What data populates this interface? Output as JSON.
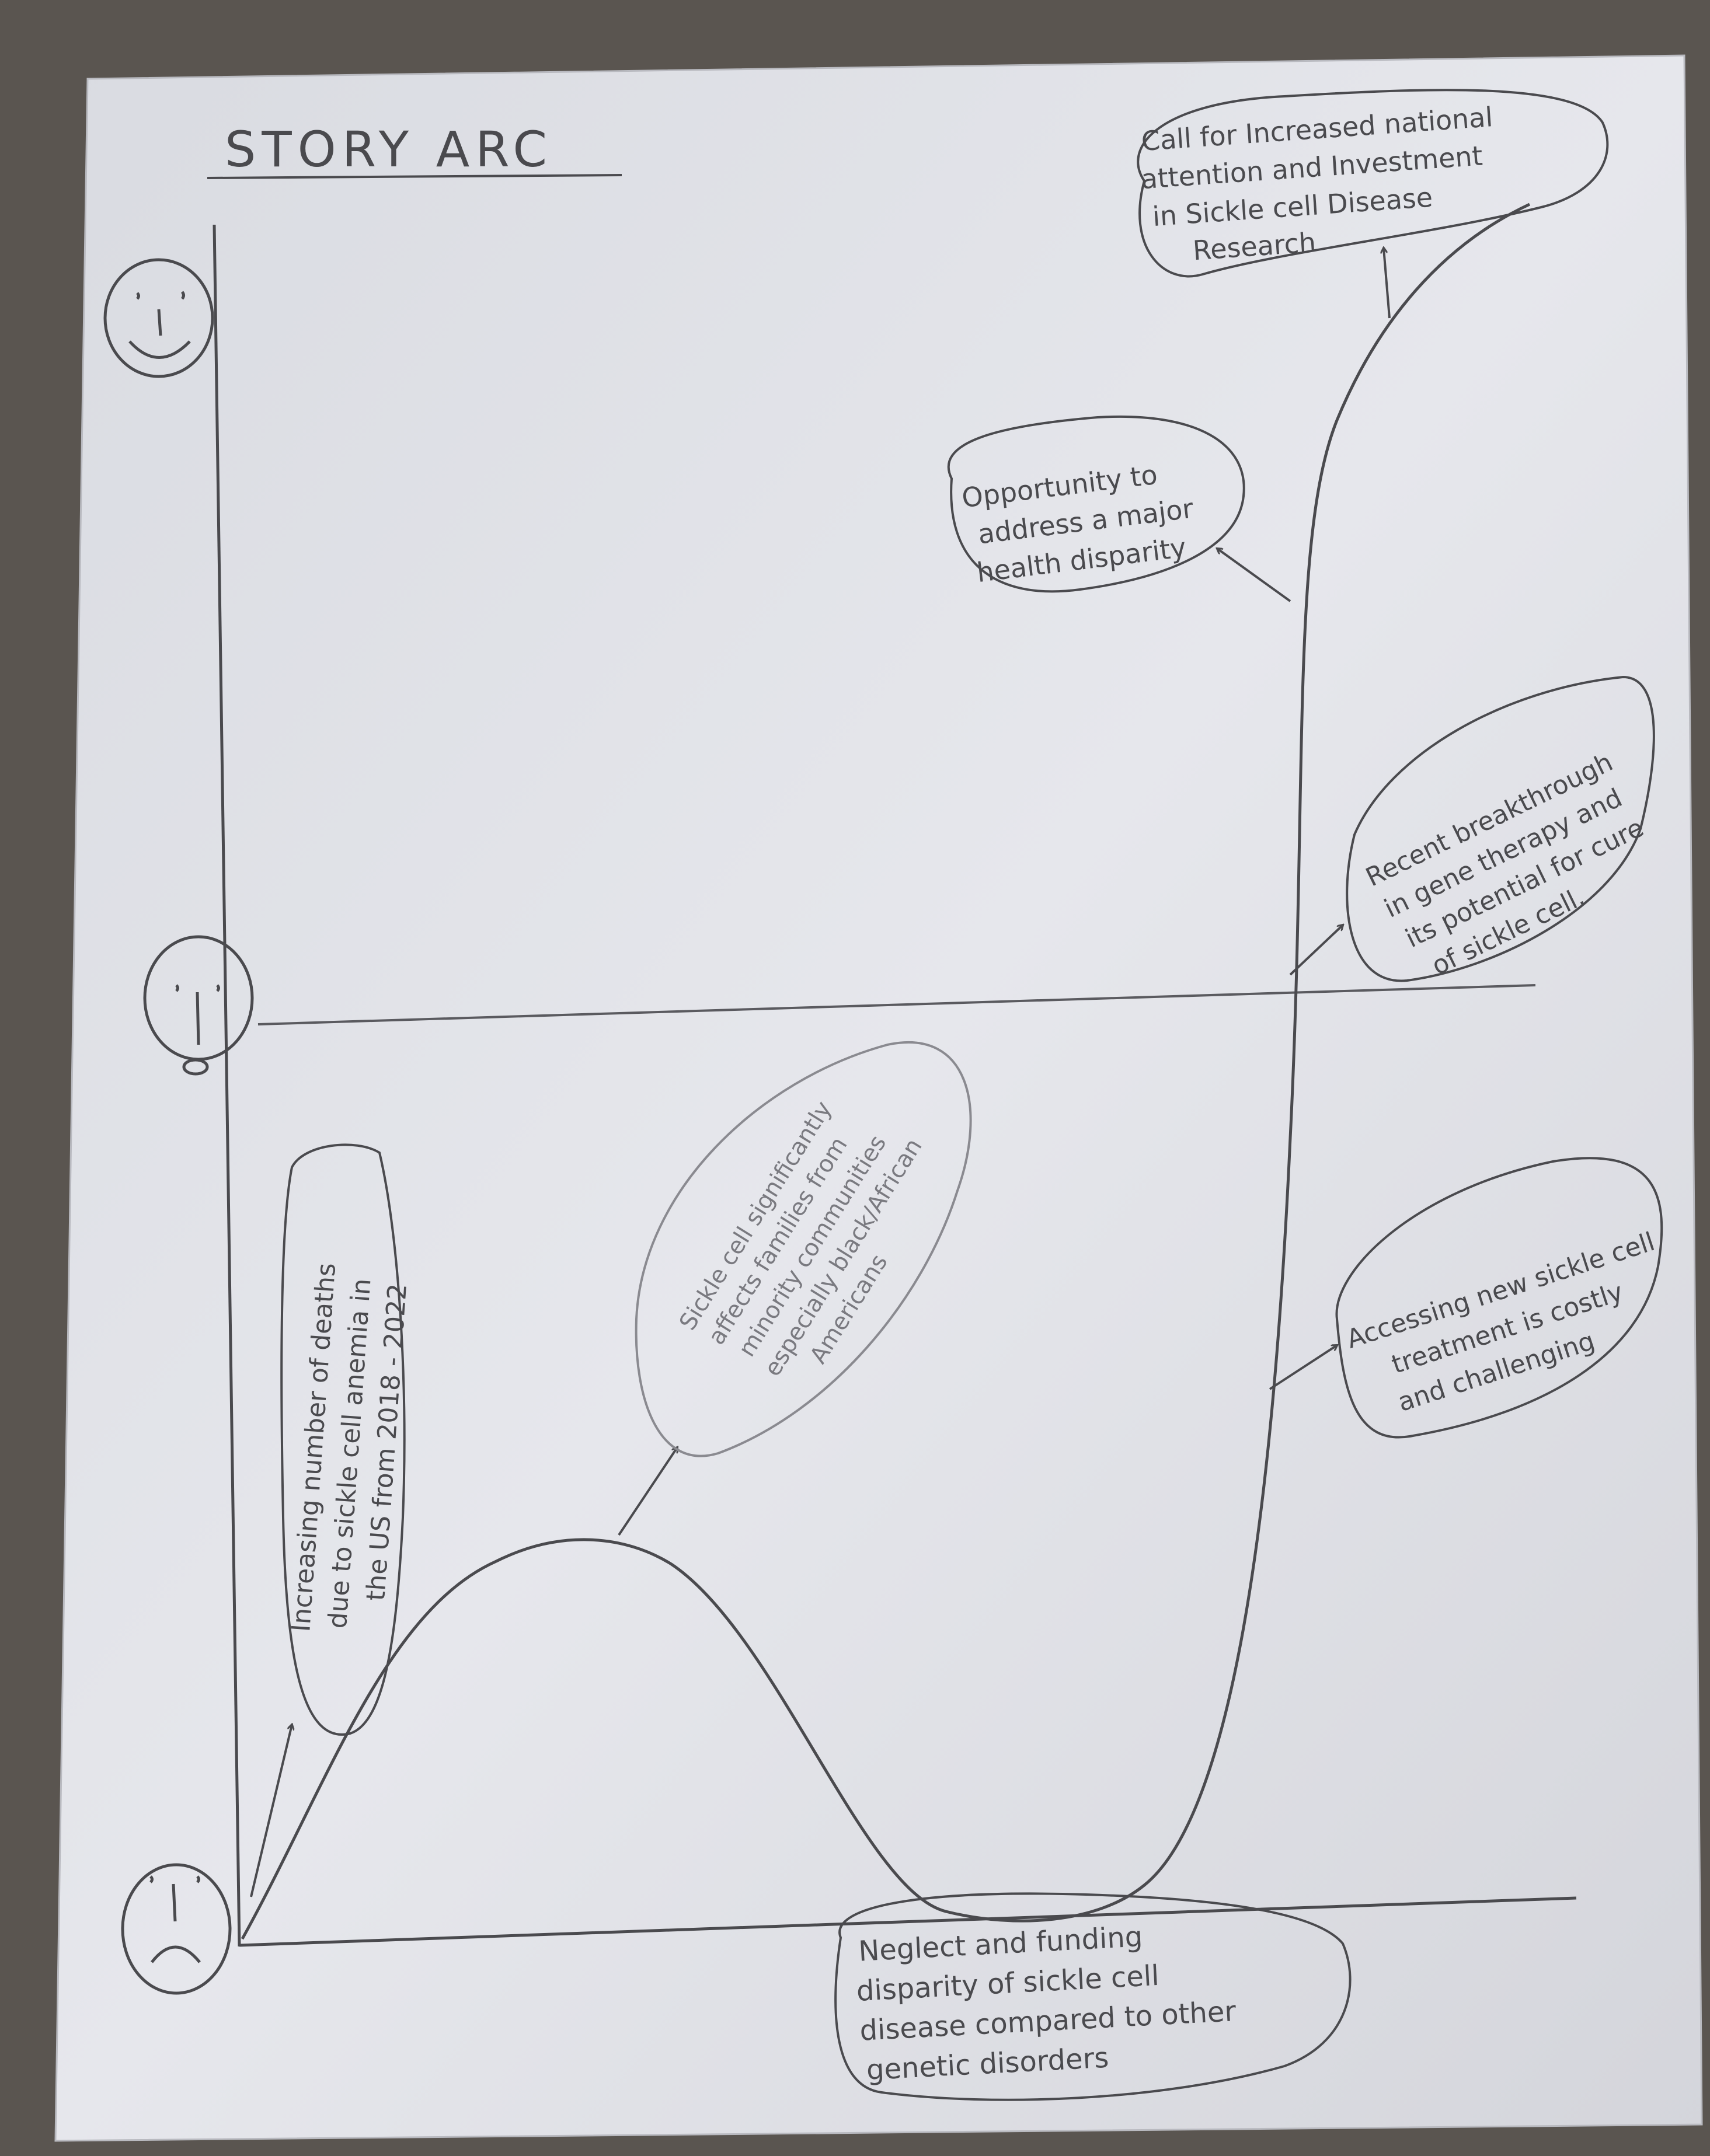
{
  "title": "STORY ARC",
  "faces": {
    "top": "happy-face",
    "middle": "neutral-face",
    "bottom": "sad-face"
  },
  "notes": [
    {
      "id": "call-for-investment",
      "lines": [
        "Call for Increased national",
        "attention and Investment",
        "in Sickle cell Disease",
        "Research"
      ]
    },
    {
      "id": "opportunity",
      "lines": [
        "Opportunity to",
        "address a major",
        "health disparity"
      ]
    },
    {
      "id": "gene-therapy",
      "lines": [
        "Recent breakthrough",
        "in gene therapy and",
        "its potential for cure",
        "of sickle cell."
      ]
    },
    {
      "id": "minority-impact",
      "lines": [
        "Sickle cell significantly",
        "affects families from",
        "minority communities",
        "especially black/African",
        "Americans"
      ]
    },
    {
      "id": "increasing-deaths",
      "lines": [
        "Increasing number of deaths",
        "due to sickle cell anemia in",
        "the US from 2018 - 2022"
      ]
    },
    {
      "id": "treatment-access",
      "lines": [
        "Accessing new sickle cell",
        "treatment is costly",
        "and challenging"
      ]
    },
    {
      "id": "neglect-funding",
      "lines": [
        "Neglect and funding",
        "disparity of sickle cell",
        "disease compared to other",
        "genetic disorders"
      ]
    }
  ],
  "colors": {
    "paper": "#e4e5ea",
    "pencil": "#4a4a4e",
    "pencil_light": "#7c7c82",
    "background": "#5a5550"
  }
}
